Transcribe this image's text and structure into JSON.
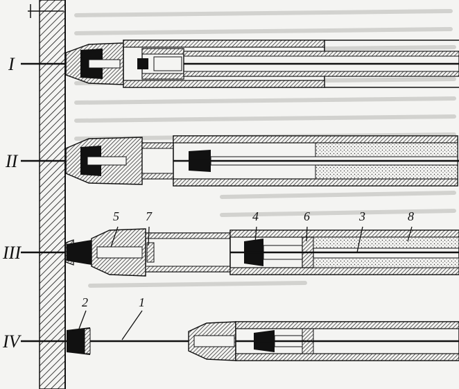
{
  "stations": [
    {
      "id": "I",
      "label": "I"
    },
    {
      "id": "II",
      "label": "II"
    },
    {
      "id": "III",
      "label": "III"
    },
    {
      "id": "IV",
      "label": "IV"
    }
  ],
  "callouts": [
    {
      "id": "c1",
      "text": "1"
    },
    {
      "id": "c2",
      "text": "2"
    },
    {
      "id": "c3",
      "text": "3"
    },
    {
      "id": "c4",
      "text": "4"
    },
    {
      "id": "c5",
      "text": "5"
    },
    {
      "id": "c6",
      "text": "6"
    },
    {
      "id": "c7",
      "text": "7"
    },
    {
      "id": "c8",
      "text": "8"
    }
  ],
  "colors": {
    "ink": "#111111",
    "paper": "#f4f4f2",
    "bleed_text": "#cfcfcc"
  }
}
